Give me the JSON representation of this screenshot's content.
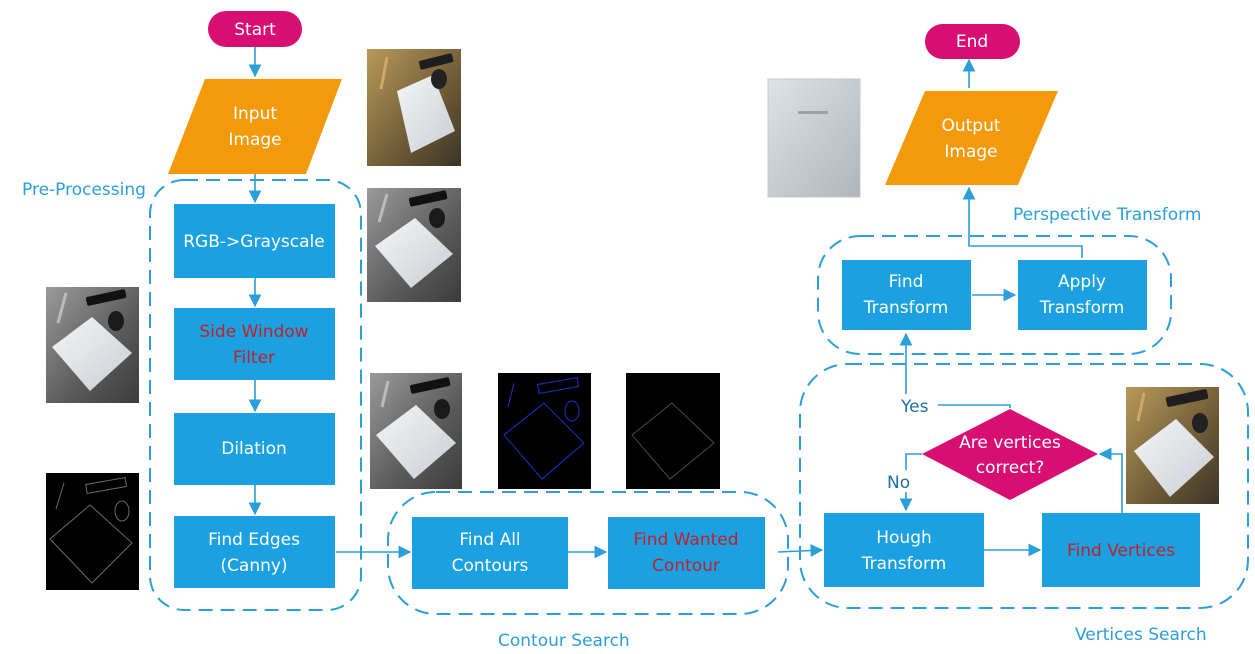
{
  "colors": {
    "process": "#1ba1e2",
    "io": "#f29a0c",
    "terminal": "#d80f73",
    "decision": "#d80f73",
    "edge": "#2a9fd9",
    "highlight_text": "#c0202a"
  },
  "nodes": {
    "start": "Start",
    "end": "End",
    "input_image": [
      "Input",
      "Image"
    ],
    "output_image": [
      "Output",
      "Image"
    ],
    "rgb_gray": "RGB->Grayscale",
    "side_window": [
      "Side Window",
      "Filter"
    ],
    "dilation": "Dilation",
    "find_edges": [
      "Find Edges",
      "(Canny)"
    ],
    "find_all_contours": [
      "Find All",
      "Contours"
    ],
    "find_wanted_contour": [
      "Find Wanted",
      "Contour"
    ],
    "hough": [
      "Hough",
      "Transform"
    ],
    "find_vertices": "Find Vertices",
    "decision": [
      "Are vertices",
      "correct?"
    ],
    "find_transform": [
      "Find",
      "Transform"
    ],
    "apply_transform": [
      "Apply",
      "Transform"
    ]
  },
  "groups": {
    "pre_processing": "Pre-Processing",
    "contour_search": "Contour Search",
    "vertices_search": "Vertices Search",
    "perspective_transform": "Perspective Transform"
  },
  "edge_labels": {
    "yes": "Yes",
    "no": "No"
  },
  "thumbnails": [
    {
      "name": "input-photo-thumbnail",
      "style": "color-photo"
    },
    {
      "name": "grayscale-thumbnail",
      "style": "gray-photo"
    },
    {
      "name": "side-window-thumbnail",
      "style": "gray-photo"
    },
    {
      "name": "canny-edges-thumbnail",
      "style": "edges"
    },
    {
      "name": "dilated-thumbnail",
      "style": "gray-photo"
    },
    {
      "name": "all-contours-thumbnail",
      "style": "contours-blue"
    },
    {
      "name": "wanted-contour-thumbnail",
      "style": "contour-square"
    },
    {
      "name": "vertices-thumbnail",
      "style": "color-photo"
    },
    {
      "name": "output-document-thumbnail",
      "style": "document"
    }
  ]
}
